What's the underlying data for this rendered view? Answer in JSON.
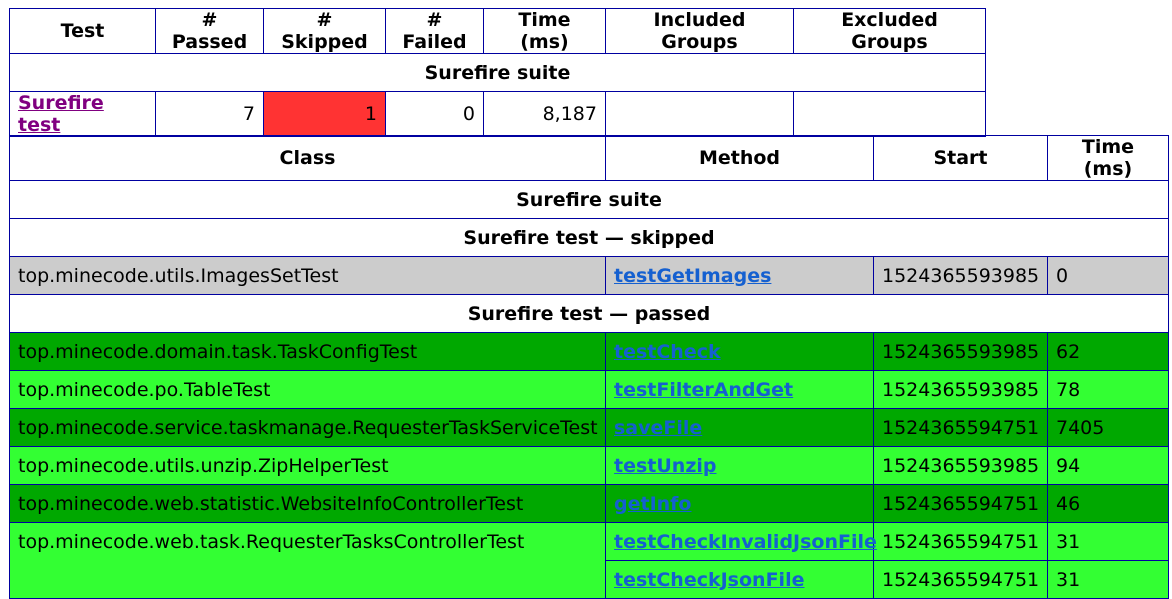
{
  "summary": {
    "headers": [
      "Test",
      "# Passed",
      "# Skipped",
      "# Failed",
      "Time (ms)",
      "Included Groups",
      "Excluded Groups"
    ],
    "suite_title": "Surefire suite",
    "row": {
      "test_name": "Surefire test",
      "passed": "7",
      "skipped": "1",
      "failed": "0",
      "time": "8,187",
      "included": "",
      "excluded": ""
    }
  },
  "methods": {
    "headers": [
      "Class",
      "Method",
      "Start",
      "Time (ms)"
    ],
    "suite_title": "Surefire suite",
    "skipped_title": "Surefire test — skipped",
    "passed_title": "Surefire test — passed",
    "skipped_rows": [
      {
        "class": "top.minecode.utils.ImagesSetTest",
        "method": "testGetImages",
        "start": "1524365593985",
        "time": "0"
      }
    ],
    "passed_rows": [
      {
        "class": "top.minecode.domain.task.TaskConfigTest",
        "method": "testCheck",
        "start": "1524365593985",
        "time": "62"
      },
      {
        "class": "top.minecode.po.TableTest",
        "method": "testFilterAndGet",
        "start": "1524365593985",
        "time": "78"
      },
      {
        "class": "top.minecode.service.taskmanage.RequesterTaskServiceTest",
        "method": "saveFile",
        "start": "1524365594751",
        "time": "7405"
      },
      {
        "class": "top.minecode.utils.unzip.ZipHelperTest",
        "method": "testUnzip",
        "start": "1524365593985",
        "time": "94"
      },
      {
        "class": "top.minecode.web.statistic.WebsiteInfoControllerTest",
        "method": "getInfo",
        "start": "1524365594751",
        "time": "46"
      },
      {
        "class": "top.minecode.web.task.RequesterTasksControllerTest",
        "method": "testCheckInvalidJsonFile",
        "start": "1524365594751",
        "time": "31"
      },
      {
        "class": "",
        "method": "testCheckJsonFile",
        "start": "1524365594751",
        "time": "31"
      }
    ]
  },
  "colors": {
    "border": "#0000a0",
    "skipped_cell": "#ff3333",
    "skipped_row": "#cccccc",
    "passed_dark": "#00a800",
    "passed_light": "#33ff33",
    "link": "#1560d0",
    "visited_link": "#800080"
  }
}
